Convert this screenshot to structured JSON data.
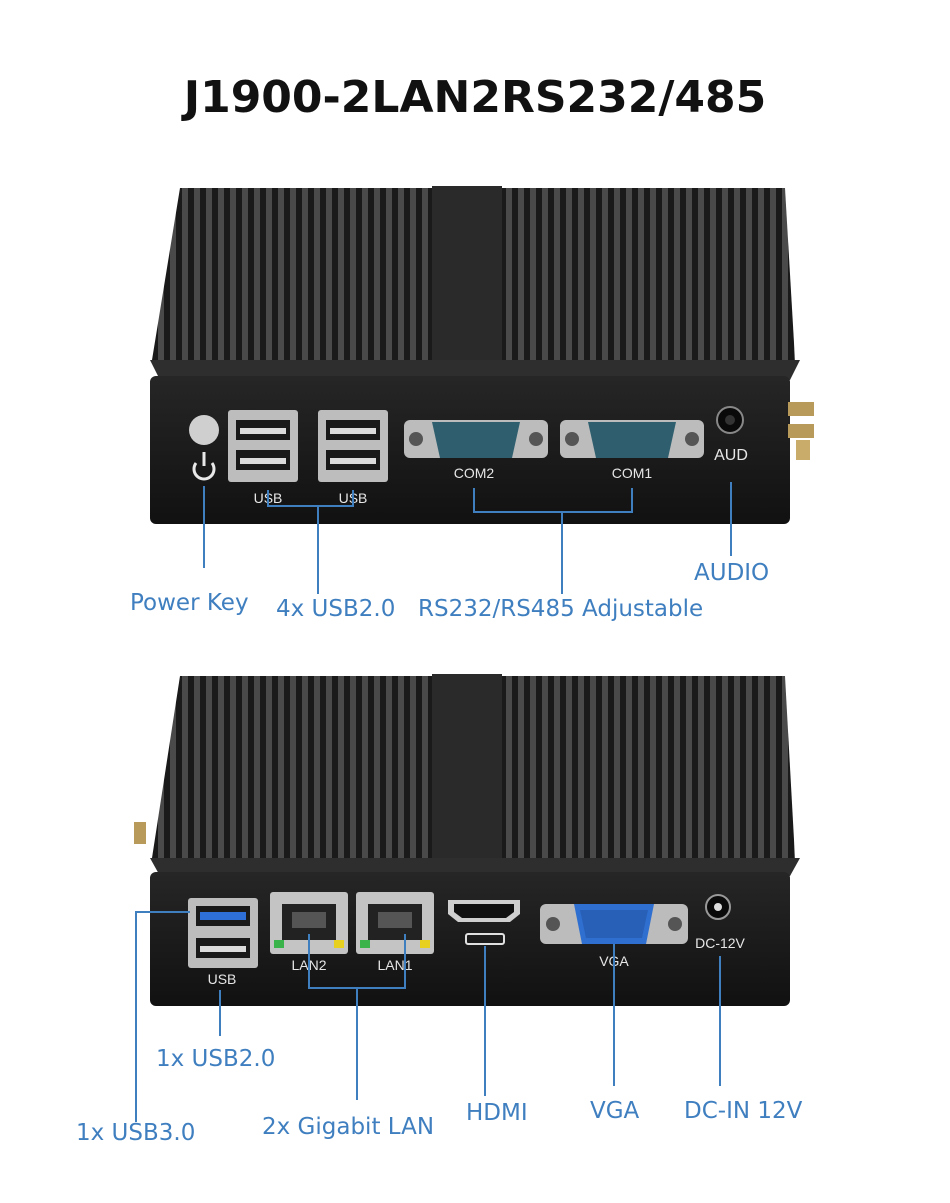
{
  "title": "J1900-2LAN2RS232/485",
  "top_unit": {
    "port_labels": {
      "usb_a": "USB",
      "usb_b": "USB",
      "com2": "COM2",
      "com1": "COM1",
      "aud": "AUD"
    },
    "callouts": {
      "power_key": "Power Key",
      "usb": "4x USB2.0",
      "serial": "RS232/RS485 Adjustable",
      "audio": "AUDIO"
    }
  },
  "bottom_unit": {
    "port_labels": {
      "usb": "USB",
      "lan2": "LAN2",
      "lan1": "LAN1",
      "vga": "VGA",
      "dc": "DC-12V"
    },
    "callouts": {
      "usb2": "1x USB2.0",
      "usb3": "1x USB3.0",
      "lan": "2x Gigabit LAN",
      "hdmi": "HDMI",
      "vga": "VGA",
      "dc": "DC-IN 12V"
    }
  },
  "colors": {
    "callout_blue": "#3f7fc0",
    "body_black": "#1c1c1c",
    "usb3_blue": "#2d6fd6",
    "vga_blue": "#2f6fd0",
    "com_teal": "#2f5f6f"
  }
}
